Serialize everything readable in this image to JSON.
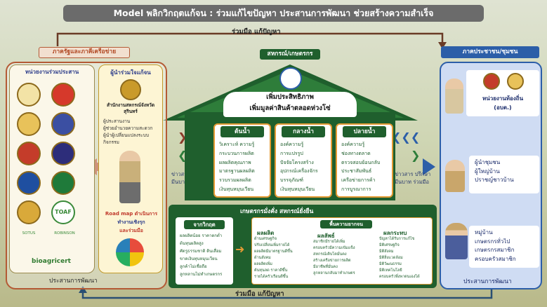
{
  "title": "Model พลิกวิกฤตแก้จน : ร่วมแก้ไขปัญหา ประสานการพัฒนา ช่วยสร้างความสำเร็จ",
  "flow": {
    "top_label": "ร่วมมือ แก้ปัญหา",
    "bottom_label": "ร่วมมือ แก้ปัญหา"
  },
  "left_panel": {
    "title": "ภาครัฐและภาคีเครือข่าย",
    "partners_heading": "หน่วยงานร่วมประสาน",
    "logo_texts": [
      "TOAF",
      "SOTUS",
      "ROBINSON",
      "bioagricert"
    ],
    "advocate_heading": "ผู้นำร่วมใจแก้จน",
    "office_name": "สำนักงานสหกรณ์จังหวัดสุรินทร์",
    "roles": [
      "ผู้ประสานงาน",
      "ผู้ช่วยอำนวยความสะดวก",
      "ผู้นำผู้เปลี่ยนแปลงระบบกิจกรรม"
    ],
    "roadmap_line1": "Road map ดำเนินการ",
    "roadmap_line2": "ทำงานเชิงรุก",
    "roadmap_line3": "และร่วมมือ",
    "footer": "ประสานการพัฒนา"
  },
  "side_labels": {
    "left": [
      "ข่าวสาร ปรึกษา",
      "มีนบาท ร่วมมือ"
    ],
    "right": [
      "ข่าวสาร ปรึกษา",
      "มีนบาท ร่วมมือ"
    ]
  },
  "house": {
    "label": "สหกรณ์/เกษตรกร",
    "banner_line1": "เพิ่มประสิทธิภาพ",
    "banner_line2": "เพิ่มมูลค่าสินค้าตลอดห่วงโซ่",
    "columns": [
      {
        "title": "ต้นน้ำ",
        "items": [
          "วิเคราะห์ ความรู้",
          "กระบวนการผลิต",
          "ผลผลิตคุณภาพ",
          "มาตรฐานผลผลิต",
          "รวบรวมผลผลิต",
          "เงินทุนหมุนเวียน"
        ]
      },
      {
        "title": "กลางน้ำ",
        "items": [
          "องค์ความรู้",
          "การแปรรูป",
          "ปัจจัยโครงสร้าง",
          "อุปกรณ์เครื่องจักร",
          "บรรจุภัณฑ์",
          "เงินทุนหมุนเวียน"
        ]
      },
      {
        "title": "ปลายน้ำ",
        "items": [
          "องค์ความรู้",
          "ช่องทางตลาด",
          "ตรวจสอบย้อนกลับ",
          "ประชาสัมพันธ์",
          "เครือข่ายการค้า",
          "การบูรณาการ"
        ]
      }
    ]
  },
  "bottom": {
    "heading": "เกษตรกรมั่งคั่ง สหกรณ์ยั่งยืน",
    "crisis_title": "จากวิกฤต",
    "crisis_items": [
      "ผลผลิตน้อย ราคาตกต่ำ",
      "ต้นทุนผลิตสูง",
      "ศัตรูธรรมชาติ ดินเสื่อม",
      "ขาดเงินทุนหมุนเวียน",
      "ลูกค้าไม่เชื่อถือ",
      "ลูกหลานไม่ทำเกษตรกร"
    ],
    "results_banner": "พื้นความยากจน",
    "output_title": "ผลผลิต",
    "output_lines": [
      "ด้านเศรษฐกิจ",
      "ปรับเปลี่ยนเพิ่มรายได้",
      "ผลผลิตมีมาตรฐานดีขึ้น",
      "ด้านสังคม",
      "ผลผลิตเพิ่ม",
      "ต้นทุนลด ราคาดีขึ้น",
      "รายได้ครัวเรือนดีขึ้น"
    ],
    "outcome_title": "ผลลัพธ์",
    "outcome_lines": [
      "สมาชิกมีรายได้เพิ่ม",
      "ครอบครัวมีความเข้มแข็ง",
      "สหกรณ์เติบโตมั่นคง",
      "สร้างเครือข่ายการผลิต",
      "มีอาชีพที่มั่นคง",
      "ลูกหลานกลับมาทำเกษตร"
    ],
    "impact_title": "ผลกระทบ",
    "impact_lines": [
      "ปัญหาได้รับการแก้ไข",
      "มิติเศรษฐกิจ",
      "มิติสังคม",
      "มิติสิ่งแวดล้อม",
      "มิติวัฒนธรรม",
      "มิติเทคโนโลยี",
      "ครอบครัวพึ่งพาตนเองได้"
    ]
  },
  "right_panel": {
    "title": "ภาคประชาชน/ชุมชน",
    "group1": [
      "หน่วยงานท้องถิ่น",
      "(อบต.)"
    ],
    "group2": [
      "ผู้นำชุมชน",
      "ผู้ใหญ่บ้าน",
      "ปราชญ์ชาวบ้าน"
    ],
    "group3": [
      "หมู่บ้าน",
      "เกษตรกรทั่วไป",
      "เกษตรกรสมาชิก",
      "ครอบครัวสมาชิก"
    ],
    "footer": "ประสานการพัฒนา"
  },
  "colors": {
    "green": "#1f5f2d",
    "orange": "#e39a34",
    "blue": "#2c5ea8",
    "brown": "#b45a35"
  }
}
